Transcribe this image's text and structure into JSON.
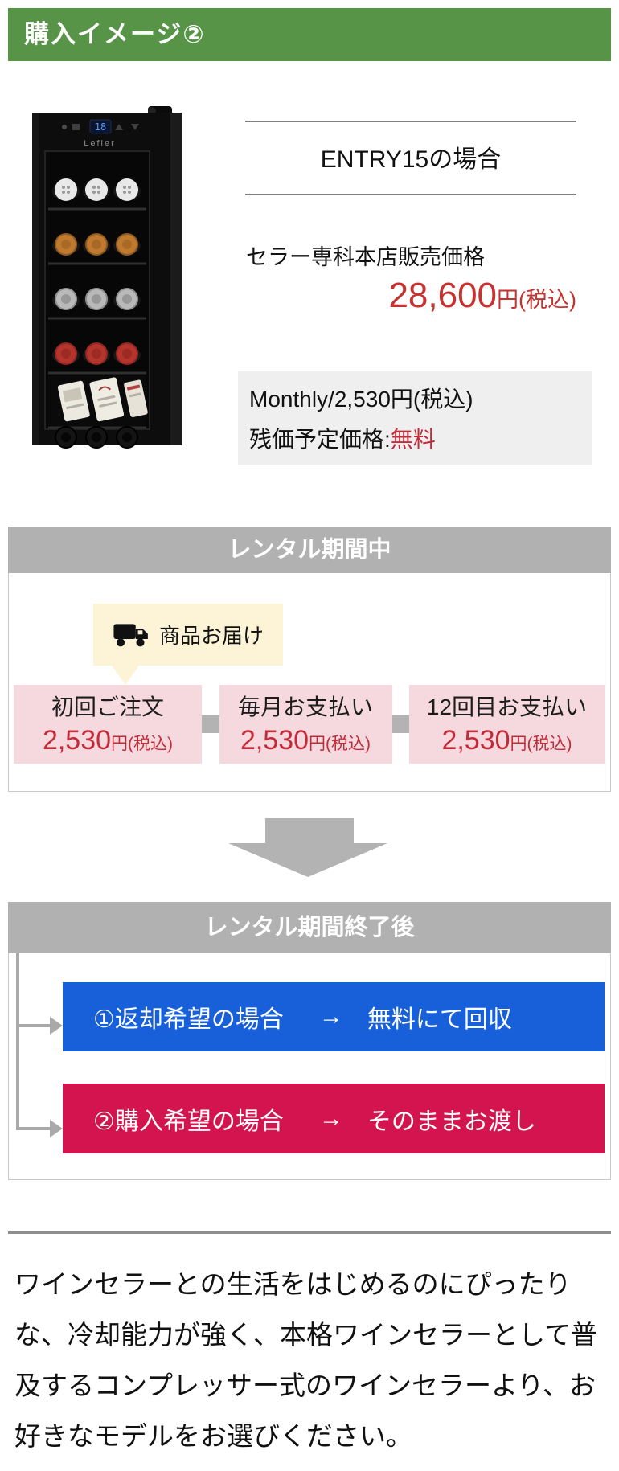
{
  "header": {
    "title": "購入イメージ②"
  },
  "product": {
    "brand": "Lefier",
    "display_value": "18",
    "case_title": "ENTRY15の場合",
    "price_label": "セラー専科本店販売価格",
    "price_amount": "28,600",
    "price_unit": "円(税込)",
    "monthly_line": "Monthly/2,530円(税込)",
    "residual_label": "残価予定価格:",
    "residual_value": "無料"
  },
  "rental_section": {
    "title": "レンタル期間中",
    "delivery_label": "商品お届け",
    "steps": [
      {
        "title": "初回ご注文",
        "amount": "2,530",
        "unit": "円(税込)"
      },
      {
        "title": "毎月お支払い",
        "amount": "2,530",
        "unit": "円(税込)"
      },
      {
        "title": "12回目お支払い",
        "amount": "2,530",
        "unit": "円(税込)"
      }
    ]
  },
  "after_section": {
    "title": "レンタル期間終了後",
    "options": [
      {
        "label": "①返却希望の場合",
        "arrow": "→",
        "result": "無料にて回収"
      },
      {
        "label": "②購入希望の場合",
        "arrow": "→",
        "result": "そのままお渡し"
      }
    ]
  },
  "description": "ワインセラーとの生活をはじめるのにぴったりな、冷却能力が強く、本格ワインセラーとして普及するコンプレッサー式のワインセラーより、お好きなモデルをお選びください。",
  "colors": {
    "header_green": "#579447",
    "section_header_gray": "#b1b1b1",
    "price_red": "#c5322f",
    "step_price_red": "#c42b38",
    "pink_box": "#f5d9de",
    "cream_box": "#fdf3d7",
    "connector_gray": "#b3b3b3",
    "option_blue": "#1760d9",
    "option_red": "#d4144e",
    "info_box_gray": "#efefef"
  }
}
